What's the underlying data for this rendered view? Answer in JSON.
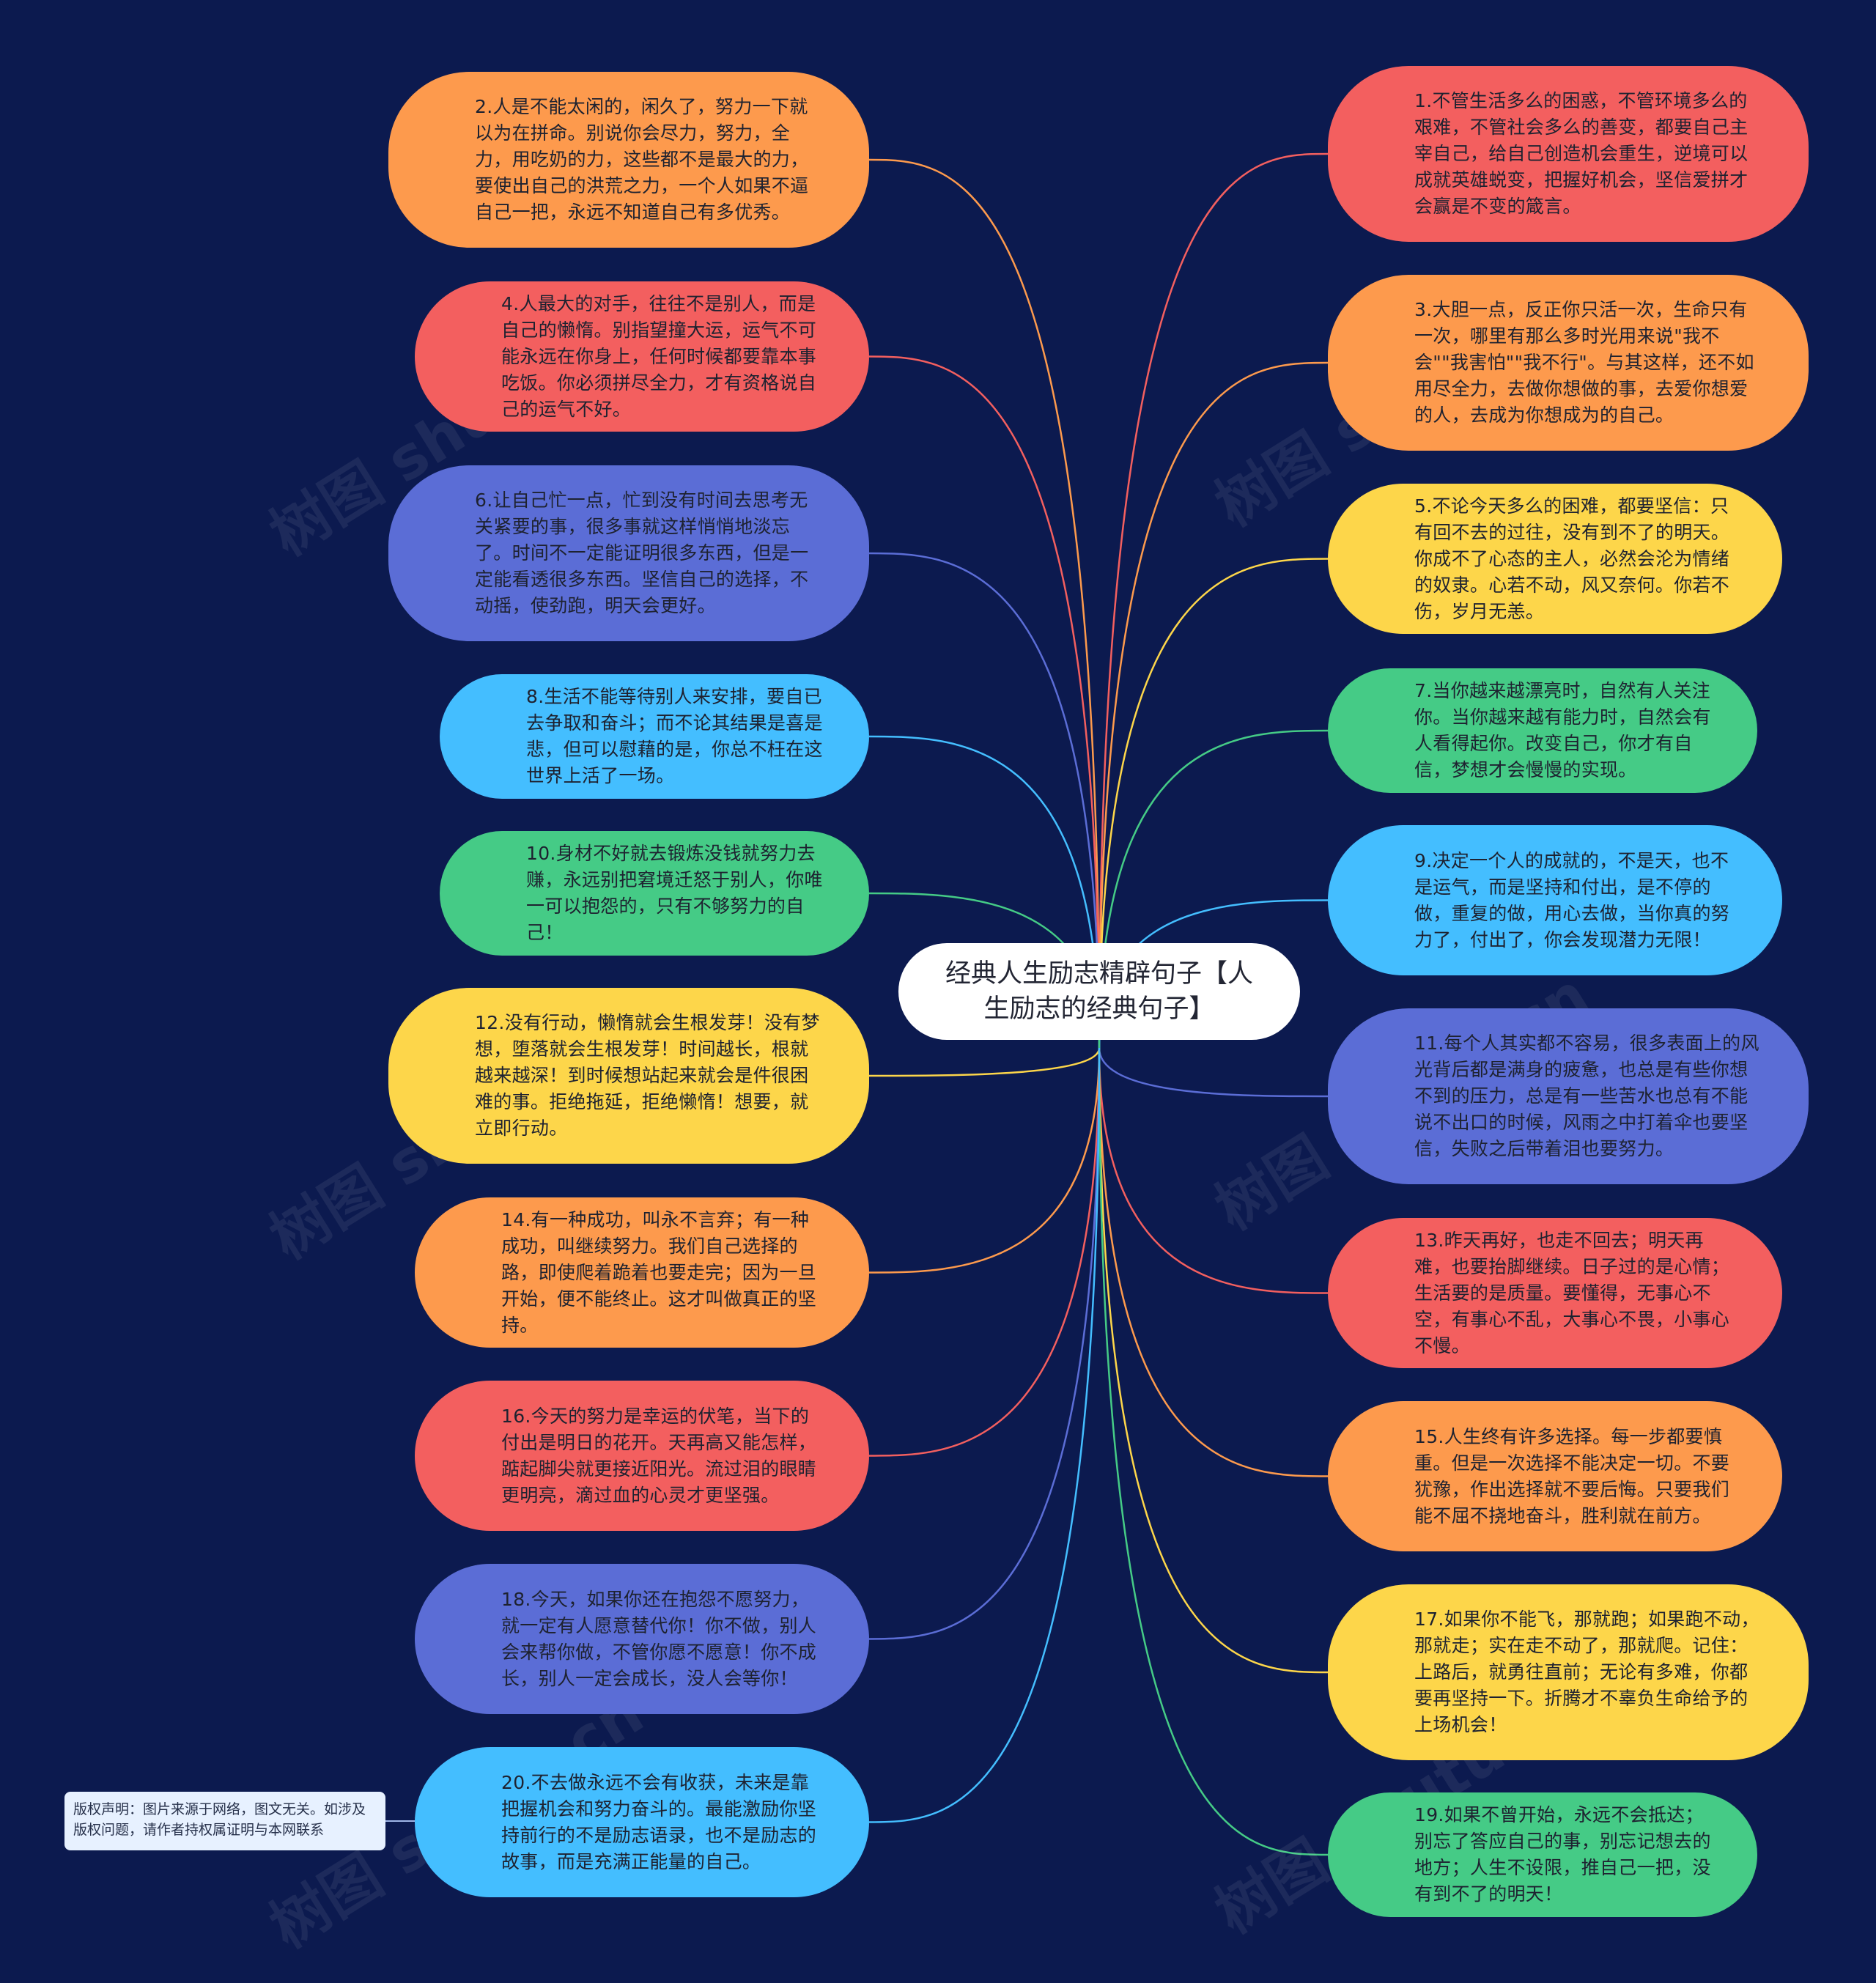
{
  "colors": {
    "background": "#0c1a4f",
    "orange": "#fd9a4d",
    "red": "#f35f5f",
    "indigo": "#5b6dd6",
    "skyblue": "#44beff",
    "green": "#45cb86",
    "yellow": "#fdd64a"
  },
  "center": {
    "text": "经典人生励志精辟句子【人生励志的经典句子】"
  },
  "copyright": {
    "text": "版权声明：图片来源于网络，图文无关。如涉及版权问题，请作者持权属证明与本网联系"
  },
  "watermark": {
    "text": "树图 shutu.cn"
  },
  "nodes": [
    {
      "text": "1.不管生活多么的困惑，不管环境多么的艰难，不管社会多么的善变，都要自己主宰自己，给自己创造机会重生，逆境可以成就英雄蜕变，把握好机会，坚信爱拼才会赢是不变的箴言。",
      "color": "#f35f5f",
      "side": "right"
    },
    {
      "text": "2.人是不能太闲的，闲久了，努力一下就以为在拼命。别说你会尽力，努力，全力，用吃奶的力，这些都不是最大的力，要使出自己的洪荒之力，一个人如果不逼自己一把，永远不知道自己有多优秀。",
      "color": "#fd9a4d",
      "side": "left"
    },
    {
      "text": "3.大胆一点，反正你只活一次，生命只有一次，哪里有那么多时光用来说\"我不会\"\"我害怕\"\"我不行\"。与其这样，还不如用尽全力，去做你想做的事，去爱你想爱的人，去成为你想成为的自己。",
      "color": "#fd9a4d",
      "side": "right"
    },
    {
      "text": "4.人最大的对手，往往不是别人，而是自己的懒惰。别指望撞大运，运气不可能永远在你身上，任何时候都要靠本事吃饭。你必须拼尽全力，才有资格说自己的运气不好。",
      "color": "#f35f5f",
      "side": "left"
    },
    {
      "text": "5.不论今天多么的困难，都要坚信：只有回不去的过往，没有到不了的明天。你成不了心态的主人，必然会沦为情绪的奴隶。心若不动，风又奈何。你若不伤，岁月无恙。",
      "color": "#fdd64a",
      "side": "right"
    },
    {
      "text": "6.让自己忙一点，忙到没有时间去思考无关紧要的事，很多事就这样悄悄地淡忘了。时间不一定能证明很多东西，但是一定能看透很多东西。坚信自己的选择，不动摇，使劲跑，明天会更好。",
      "color": "#5b6dd6",
      "side": "left"
    },
    {
      "text": "7.当你越来越漂亮时，自然有人关注你。当你越来越有能力时，自然会有人看得起你。改变自己，你才有自信，梦想才会慢慢的实现。",
      "color": "#45cb86",
      "side": "right"
    },
    {
      "text": "8.生活不能等待别人来安排，要自已去争取和奋斗；而不论其结果是喜是悲，但可以慰藉的是，你总不枉在这世界上活了一场。",
      "color": "#44beff",
      "side": "left"
    },
    {
      "text": "9.决定一个人的成就的，不是天，也不是运气，而是坚持和付出，是不停的做，重复的做，用心去做，当你真的努力了，付出了，你会发现潜力无限！",
      "color": "#44beff",
      "side": "right"
    },
    {
      "text": "10.身材不好就去锻炼没钱就努力去赚，永远别把窘境迁怒于别人，你唯一可以抱怨的，只有不够努力的自己！",
      "color": "#45cb86",
      "side": "left"
    },
    {
      "text": "11.每个人其实都不容易，很多表面上的风光背后都是满身的疲惫，也总是有些你想不到的压力，总是有一些苦水也总有不能说不出口的时候，风雨之中打着伞也要坚信，失败之后带着泪也要努力。",
      "color": "#5b6dd6",
      "side": "right"
    },
    {
      "text": "12.没有行动，懒惰就会生根发芽！没有梦想，堕落就会生根发芽！时间越长，根就越来越深！到时候想站起来就会是件很困难的事。拒绝拖延，拒绝懒惰！想要，就立即行动。",
      "color": "#fdd64a",
      "side": "left"
    },
    {
      "text": "13.昨天再好，也走不回去；明天再难，也要抬脚继续。日子过的是心情；生活要的是质量。要懂得，无事心不空，有事心不乱，大事心不畏，小事心不慢。",
      "color": "#f35f5f",
      "side": "right"
    },
    {
      "text": "14.有一种成功，叫永不言弃；有一种成功，叫继续努力。我们自己选择的路，即使爬着跪着也要走完；因为一旦开始，便不能终止。这才叫做真正的坚持。",
      "color": "#fd9a4d",
      "side": "left"
    },
    {
      "text": "15.人生终有许多选择。每一步都要慎重。但是一次选择不能决定一切。不要犹豫，作出选择就不要后悔。只要我们能不屈不挠地奋斗，胜利就在前方。",
      "color": "#fd9a4d",
      "side": "right"
    },
    {
      "text": "16.今天的努力是幸运的伏笔，当下的付出是明日的花开。天再高又能怎样，踮起脚尖就更接近阳光。流过泪的眼睛更明亮，滴过血的心灵才更坚强。",
      "color": "#f35f5f",
      "side": "left"
    },
    {
      "text": "17.如果你不能飞，那就跑；如果跑不动，那就走；实在走不动了，那就爬。记住：上路后，就勇往直前；无论有多难，你都要再坚持一下。折腾才不辜负生命给予的上场机会！",
      "color": "#fdd64a",
      "side": "right"
    },
    {
      "text": "18.今天，如果你还在抱怨不愿努力，就一定有人愿意替代你！你不做，别人会来帮你做，不管你愿不愿意！你不成长，别人一定会成长，没人会等你！",
      "color": "#5b6dd6",
      "side": "left"
    },
    {
      "text": "19.如果不曾开始，永远不会抵达；别忘了答应自己的事，别忘记想去的地方；人生不设限，推自己一把，没有到不了的明天！",
      "color": "#45cb86",
      "side": "right"
    },
    {
      "text": "20.不去做永远不会有收获，未来是靠把握机会和努力奋斗的。最能激励你坚持前行的不是励志语录，也不是励志的故事，而是充满正能量的自己。",
      "color": "#44beff",
      "side": "left"
    }
  ]
}
